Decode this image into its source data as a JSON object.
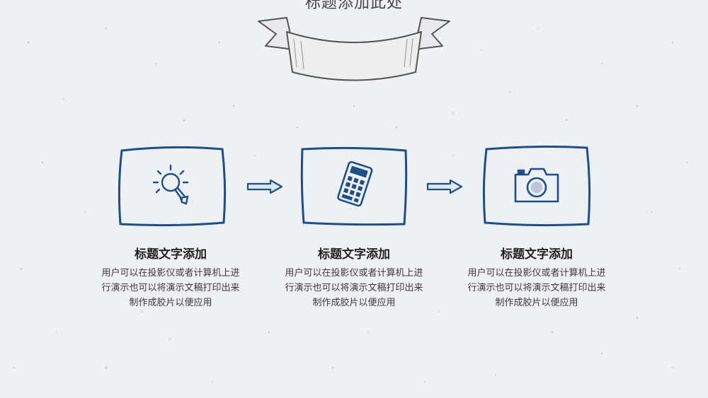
{
  "title": "标题添加此处",
  "steps": [
    {
      "heading": "标题文字添加",
      "body_lines": [
        "用户可以在投影仪或者计算机上进",
        "行演示也可以将演示文稿打印出来",
        "制作成胶片以便应用"
      ],
      "icon": "lightbulb-icon"
    },
    {
      "heading": "标题文字添加",
      "body_lines": [
        "用户可以在投影仪或者计算机上进",
        "行演示也可以将演示文稿打印出来",
        "制作成胶片以便应用"
      ],
      "icon": "calculator-icon"
    },
    {
      "heading": "标题文字添加",
      "body_lines": [
        "用户可以在投影仪或者计算机上进",
        "行演示也可以将演示文稿打印出来",
        "制作成胶片以便应用"
      ],
      "icon": "camera-icon"
    }
  ],
  "colors": {
    "background": "#eef1f4",
    "sketch_blue": "#1f4e8a",
    "banner_gray": "#555555"
  }
}
